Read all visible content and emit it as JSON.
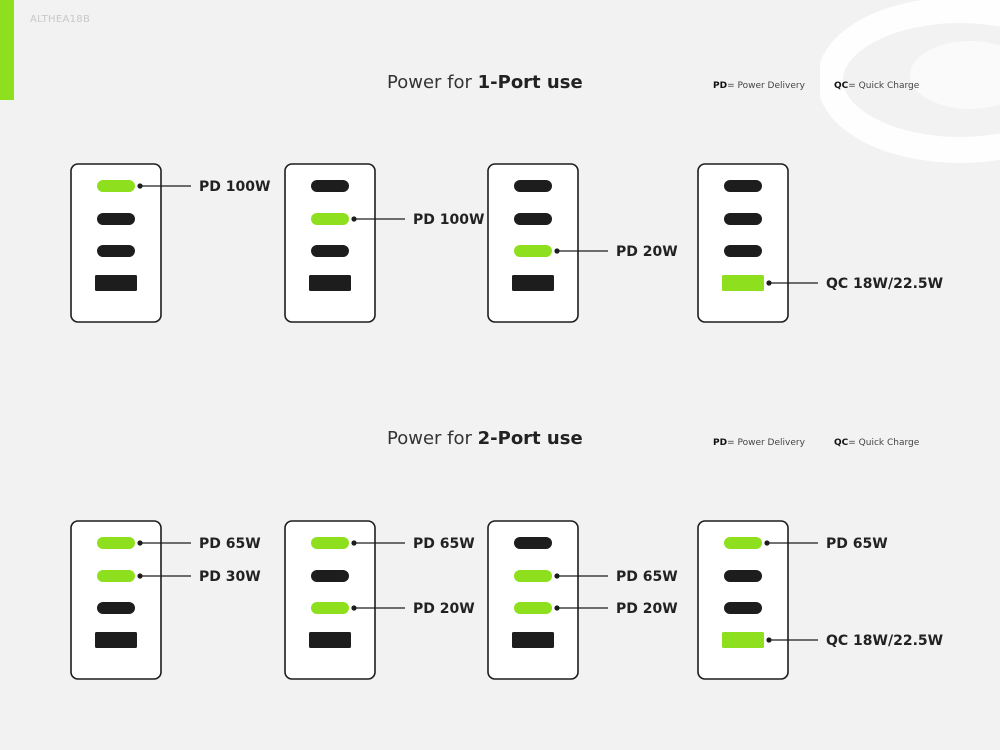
{
  "brand": "ALTHEA18B",
  "colors": {
    "accent": "#8ee01e",
    "dark": "#1d1d1d",
    "frame": "#1d1d1d",
    "device": "#ffffff"
  },
  "legend": {
    "pd_abbr": "PD",
    "pd_text": "= Power Delivery",
    "qc_abbr": "QC",
    "qc_text": "= Quick Charge"
  },
  "sections": [
    {
      "title_prefix": "Power for ",
      "title_bold": "1-Port use",
      "devices": [
        {
          "active": [
            0
          ],
          "labels": [
            {
              "port": 0,
              "text": "PD 100W"
            }
          ]
        },
        {
          "active": [
            1
          ],
          "labels": [
            {
              "port": 1,
              "text": "PD 100W"
            }
          ]
        },
        {
          "active": [
            2
          ],
          "labels": [
            {
              "port": 2,
              "text": "PD 20W"
            }
          ]
        },
        {
          "active": [
            3
          ],
          "labels": [
            {
              "port": 3,
              "text": "QC 18W/22.5W"
            }
          ]
        }
      ]
    },
    {
      "title_prefix": "Power for ",
      "title_bold": "2-Port use",
      "devices": [
        {
          "active": [
            0,
            1
          ],
          "labels": [
            {
              "port": 0,
              "text": "PD 65W"
            },
            {
              "port": 1,
              "text": "PD 30W"
            }
          ]
        },
        {
          "active": [
            0,
            2
          ],
          "labels": [
            {
              "port": 0,
              "text": "PD 65W"
            },
            {
              "port": 2,
              "text": "PD 20W"
            }
          ]
        },
        {
          "active": [
            1,
            2
          ],
          "labels": [
            {
              "port": 1,
              "text": "PD 65W"
            },
            {
              "port": 2,
              "text": "PD 20W"
            }
          ]
        },
        {
          "active": [
            0,
            3
          ],
          "labels": [
            {
              "port": 0,
              "text": "PD 65W"
            },
            {
              "port": 3,
              "text": "QC 18W/22.5W"
            }
          ]
        }
      ]
    }
  ]
}
